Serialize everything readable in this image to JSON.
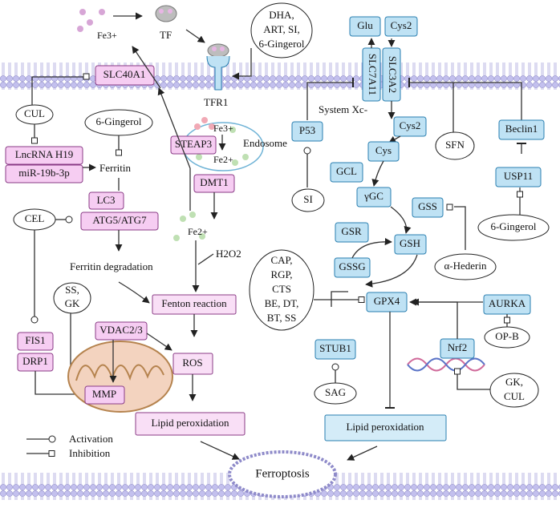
{
  "labels": {
    "fe3_top": "Fe3+",
    "tf": "TF",
    "tfr1": "TFR1",
    "dha_group": [
      "DHA,",
      "ART, SI,",
      "6-Gingerol"
    ],
    "slc40a1": "SLC40A1",
    "cul": "CUL",
    "lncrna": "LncRNA H19",
    "mir": "miR-19b-3p",
    "gingerol_left": "6-Gingerol",
    "ferritin": "Ferritin",
    "lc3": "LC3",
    "atg": "ATG5/ATG7",
    "cel": "CEL",
    "ferritin_deg": "Ferritin degradation",
    "ss_gk": [
      "SS,",
      "GK"
    ],
    "fis1": "FIS1",
    "drp1": "DRP1",
    "vdac": "VDAC2/3",
    "mmp": "MMP",
    "steap3": "STEAP3",
    "fe3_endo": "Fe3+",
    "fe2_endo": "Fe2+",
    "endosome": "Endosome",
    "dmt1": "DMT1",
    "fe2_free": "Fe2+",
    "h2o2": "H2O2",
    "fenton": "Fenton reaction",
    "ros": "ROS",
    "lipid_left": "Lipid peroxidation",
    "glu": "Glu",
    "cys2_top": "Cys2",
    "slc7a11": "SLC7A11",
    "slc3a2": "SLC3A2",
    "system_xc": "System Xc-",
    "p53": "P53",
    "si": "SI",
    "cys2_mid": "Cys2",
    "cys": "Cys",
    "gcl": "GCL",
    "ggc": "γGC",
    "gss": "GSS",
    "gsr": "GSR",
    "gsh": "GSH",
    "gssg": "GSSG",
    "sfn": "SFN",
    "beclin1": "Beclin1",
    "usp11": "USP11",
    "gingerol_right": "6-Gingerol",
    "hederin": "α-Hederin",
    "cap_group": [
      "CAP,",
      "RGP,",
      "CTS",
      "BE, DT,",
      "BT, SS"
    ],
    "gpx4": "GPX4",
    "aurka": "AURKA",
    "opb": "OP-B",
    "nrf2": "Nrf2",
    "stub1": "STUB1",
    "sag": "SAG",
    "gk_cul": [
      "GK,",
      "CUL"
    ],
    "lipid_right": "Lipid peroxidation",
    "ferroptosis": "Ferroptosis",
    "legend_activation": "Activation",
    "legend_inhibition": "Inhibition"
  },
  "colors": {
    "pink_box": "#f6cdf2",
    "pink_border": "#8a3b86",
    "blue_box": "#bfe2f4",
    "blue_border": "#2a7fb0",
    "membrane": "#b9b6e6"
  }
}
